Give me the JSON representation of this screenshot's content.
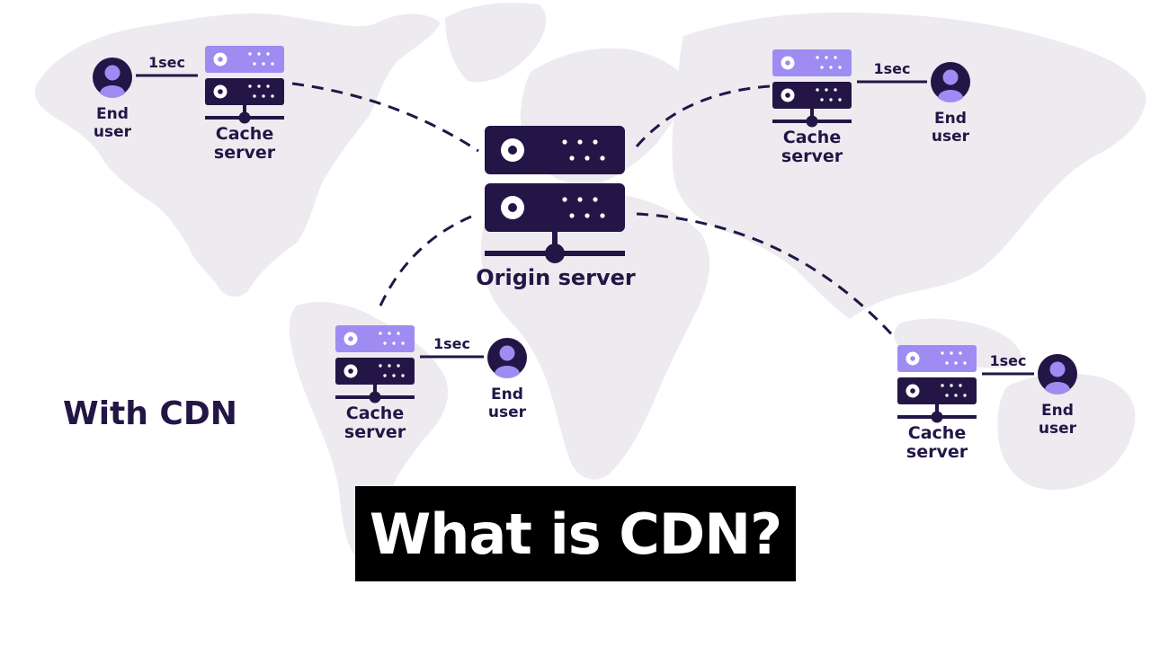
{
  "colors": {
    "dark": "#231646",
    "light": "#9E8CF2",
    "map": "#EDEBF0",
    "caption_bg": "#000000",
    "caption_text": "#FFFFFF"
  },
  "diagram": {
    "heading": "With CDN",
    "origin": {
      "label": "Origin server"
    },
    "nodes": [
      {
        "id": "nw",
        "cache_label": [
          "Cache",
          "server"
        ],
        "user_label": [
          "End",
          "user"
        ],
        "latency": "1sec"
      },
      {
        "id": "ne",
        "cache_label": [
          "Cache",
          "server"
        ],
        "user_label": [
          "End",
          "user"
        ],
        "latency": "1sec"
      },
      {
        "id": "sa",
        "cache_label": [
          "Cache",
          "server"
        ],
        "user_label": [
          "End",
          "user"
        ],
        "latency": "1sec"
      },
      {
        "id": "se",
        "cache_label": [
          "Cache",
          "server"
        ],
        "user_label": [
          "End",
          "user"
        ],
        "latency": "1sec"
      }
    ]
  },
  "caption": "What is CDN?"
}
